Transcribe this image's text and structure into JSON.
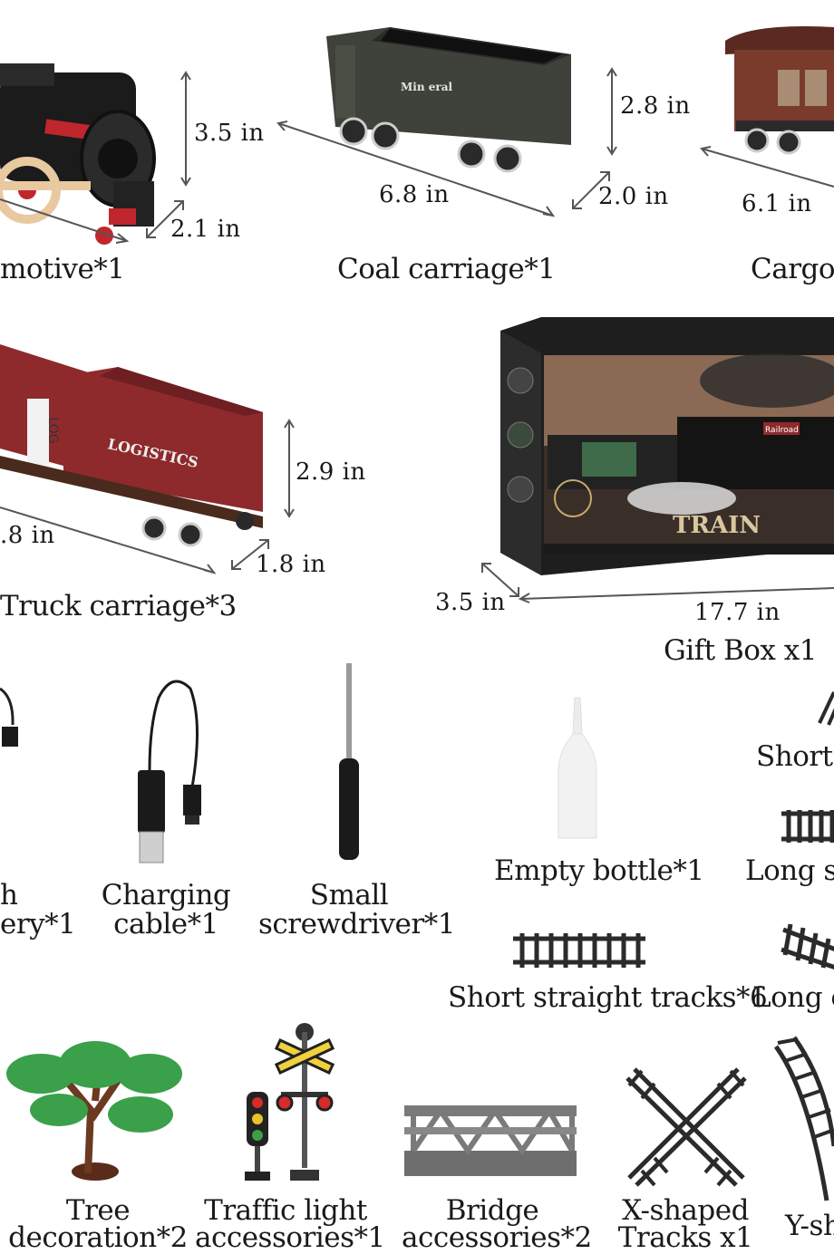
{
  "items": {
    "locomotive": {
      "caption": "motive*1",
      "height": "3.5 in",
      "width": "2.1 in"
    },
    "coal": {
      "caption": "Coal carriage*1",
      "height": "2.8 in",
      "length": "6.8 in",
      "width": "2.0 in",
      "side_text": "Min eral"
    },
    "cargo": {
      "caption": "Cargo",
      "length": "6.1 in"
    },
    "truck": {
      "caption": "Truck carriage*3",
      "height": "2.9 in",
      "length": ".8 in",
      "width": "1.8 in",
      "container_text": "LOGISTICS",
      "log_text": "LOG"
    },
    "gift_box": {
      "caption": "Gift Box x1",
      "length": "17.7 in",
      "depth": "3.5 in",
      "brand": "TRAIN",
      "loco_plate": "Railroad"
    },
    "battery": {
      "caption_1": "h",
      "caption_2": "ery*1"
    },
    "cable": {
      "caption_1": "Charging",
      "caption_2": "cable*1"
    },
    "screwdriver": {
      "caption_1": "Small",
      "caption_2": "screwdriver*1"
    },
    "bottle": {
      "caption": "Empty bottle*1"
    },
    "short_curved": {
      "caption": "Short c"
    },
    "long_straight": {
      "caption": "Long st"
    },
    "short_straight": {
      "caption": "Short straight tracks*6"
    },
    "long_curved": {
      "caption": "Long c"
    },
    "tree": {
      "caption_1": "Tree",
      "caption_2": "decoration*2"
    },
    "traffic": {
      "caption_1": "Traffic light",
      "caption_2": "accessories*1"
    },
    "bridge": {
      "caption_1": "Bridge",
      "caption_2": "accessories*2"
    },
    "x_track": {
      "caption_1": "X-shaped",
      "caption_2": "Tracks x1"
    },
    "y_track": {
      "caption": "Y-sh"
    }
  },
  "colors": {
    "locomotive_body": "#1b1b1b",
    "locomotive_red": "#c0272d",
    "coal_body": "#3e423a",
    "cargo_body": "#7a3a2c",
    "container": "#8e2a2c",
    "box": "#1e1e1e",
    "track": "#2b2b2b",
    "tree": "#3aa04a"
  }
}
